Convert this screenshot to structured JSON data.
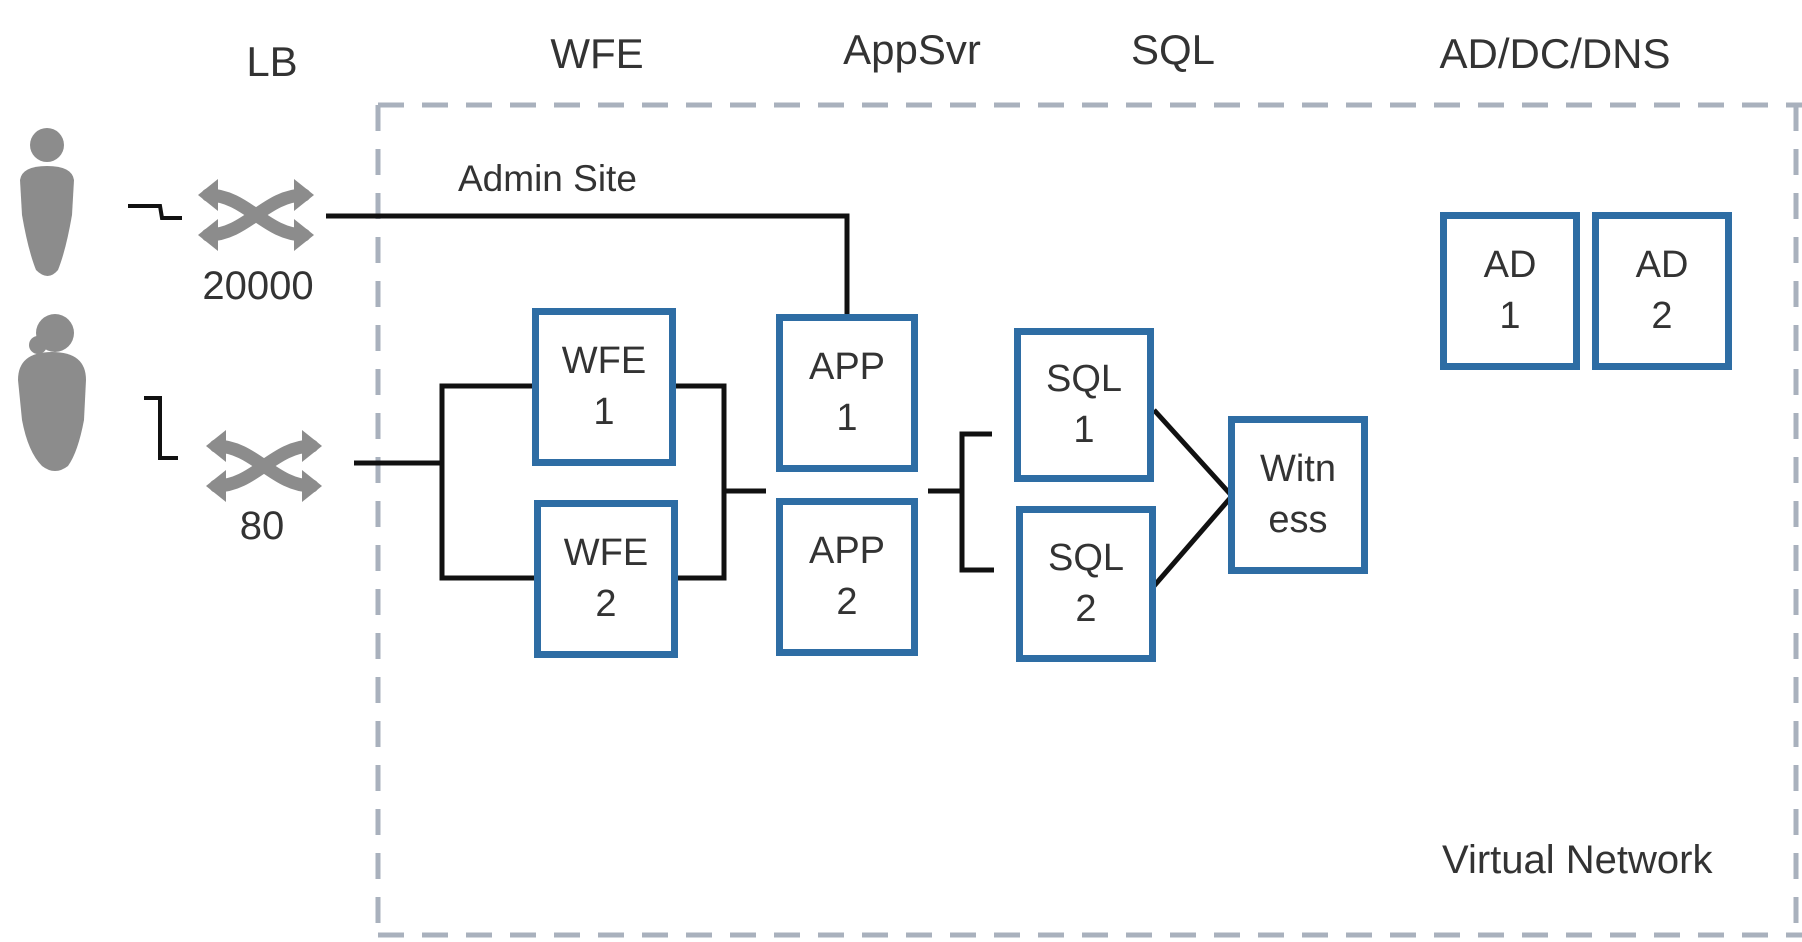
{
  "columns": {
    "lb": "LB",
    "wfe": "WFE",
    "appsvr": "AppSvr",
    "sql": "SQL",
    "ad": "AD/DC/DNS"
  },
  "ports": {
    "admin": "20000",
    "web": "80"
  },
  "admin_site_label": "Admin Site",
  "virtual_network_label": "Virtual Network",
  "nodes": {
    "wfe1": {
      "line1": "WFE",
      "line2": "1"
    },
    "wfe2": {
      "line1": "WFE",
      "line2": "2"
    },
    "app1": {
      "line1": "APP",
      "line2": "1"
    },
    "app2": {
      "line1": "APP",
      "line2": "2"
    },
    "sql1": {
      "line1": "SQL",
      "line2": "1"
    },
    "sql2": {
      "line1": "SQL",
      "line2": "2"
    },
    "witness": {
      "line1": "Witn",
      "line2": "ess"
    },
    "ad1": {
      "line1": "AD",
      "line2": "1"
    },
    "ad2": {
      "line1": "AD",
      "line2": "2"
    }
  },
  "colors": {
    "node_border": "#2e6da4",
    "connector": "#111111",
    "user_icon": "#8c8c8c",
    "lb_icon": "#8c8c8c",
    "vnet_border": "#a9b1bd"
  },
  "icons": {
    "user_top": "user-icon",
    "user_bottom": "user-icon",
    "lb_admin": "load-balancer-icon",
    "lb_web": "load-balancer-icon"
  }
}
